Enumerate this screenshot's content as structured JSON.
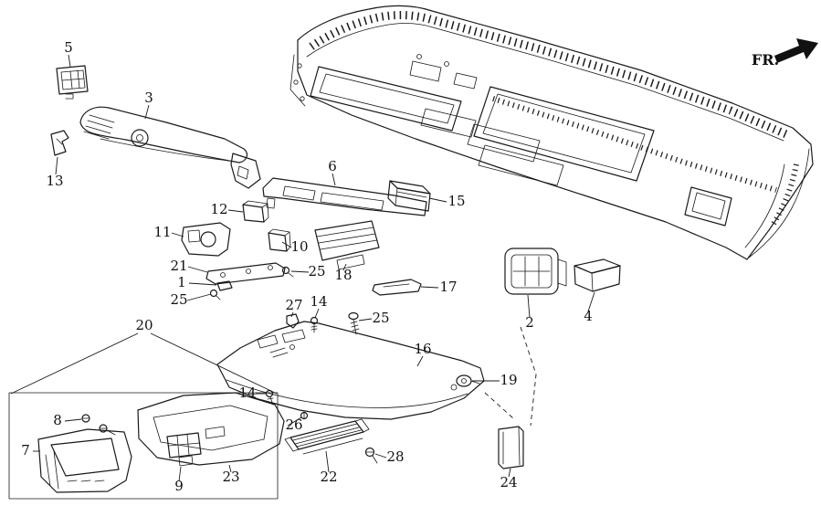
{
  "diagram": {
    "orientation_label": "FR.",
    "colors": {
      "background": "#ffffff",
      "line": "#1a1a1a"
    },
    "callouts": [
      {
        "part": "5"
      },
      {
        "part": "3"
      },
      {
        "part": "13"
      },
      {
        "part": "6"
      },
      {
        "part": "15"
      },
      {
        "part": "12"
      },
      {
        "part": "11"
      },
      {
        "part": "10"
      },
      {
        "part": "18"
      },
      {
        "part": "21"
      },
      {
        "part": "25"
      },
      {
        "part": "1"
      },
      {
        "part": "17"
      },
      {
        "part": "25"
      },
      {
        "part": "14"
      },
      {
        "part": "27"
      },
      {
        "part": "25"
      },
      {
        "part": "2"
      },
      {
        "part": "4"
      },
      {
        "part": "20"
      },
      {
        "part": "16"
      },
      {
        "part": "19"
      },
      {
        "part": "14"
      },
      {
        "part": "8"
      },
      {
        "part": "26"
      },
      {
        "part": "7"
      },
      {
        "part": "9"
      },
      {
        "part": "23"
      },
      {
        "part": "22"
      },
      {
        "part": "28"
      },
      {
        "part": "24"
      }
    ]
  }
}
